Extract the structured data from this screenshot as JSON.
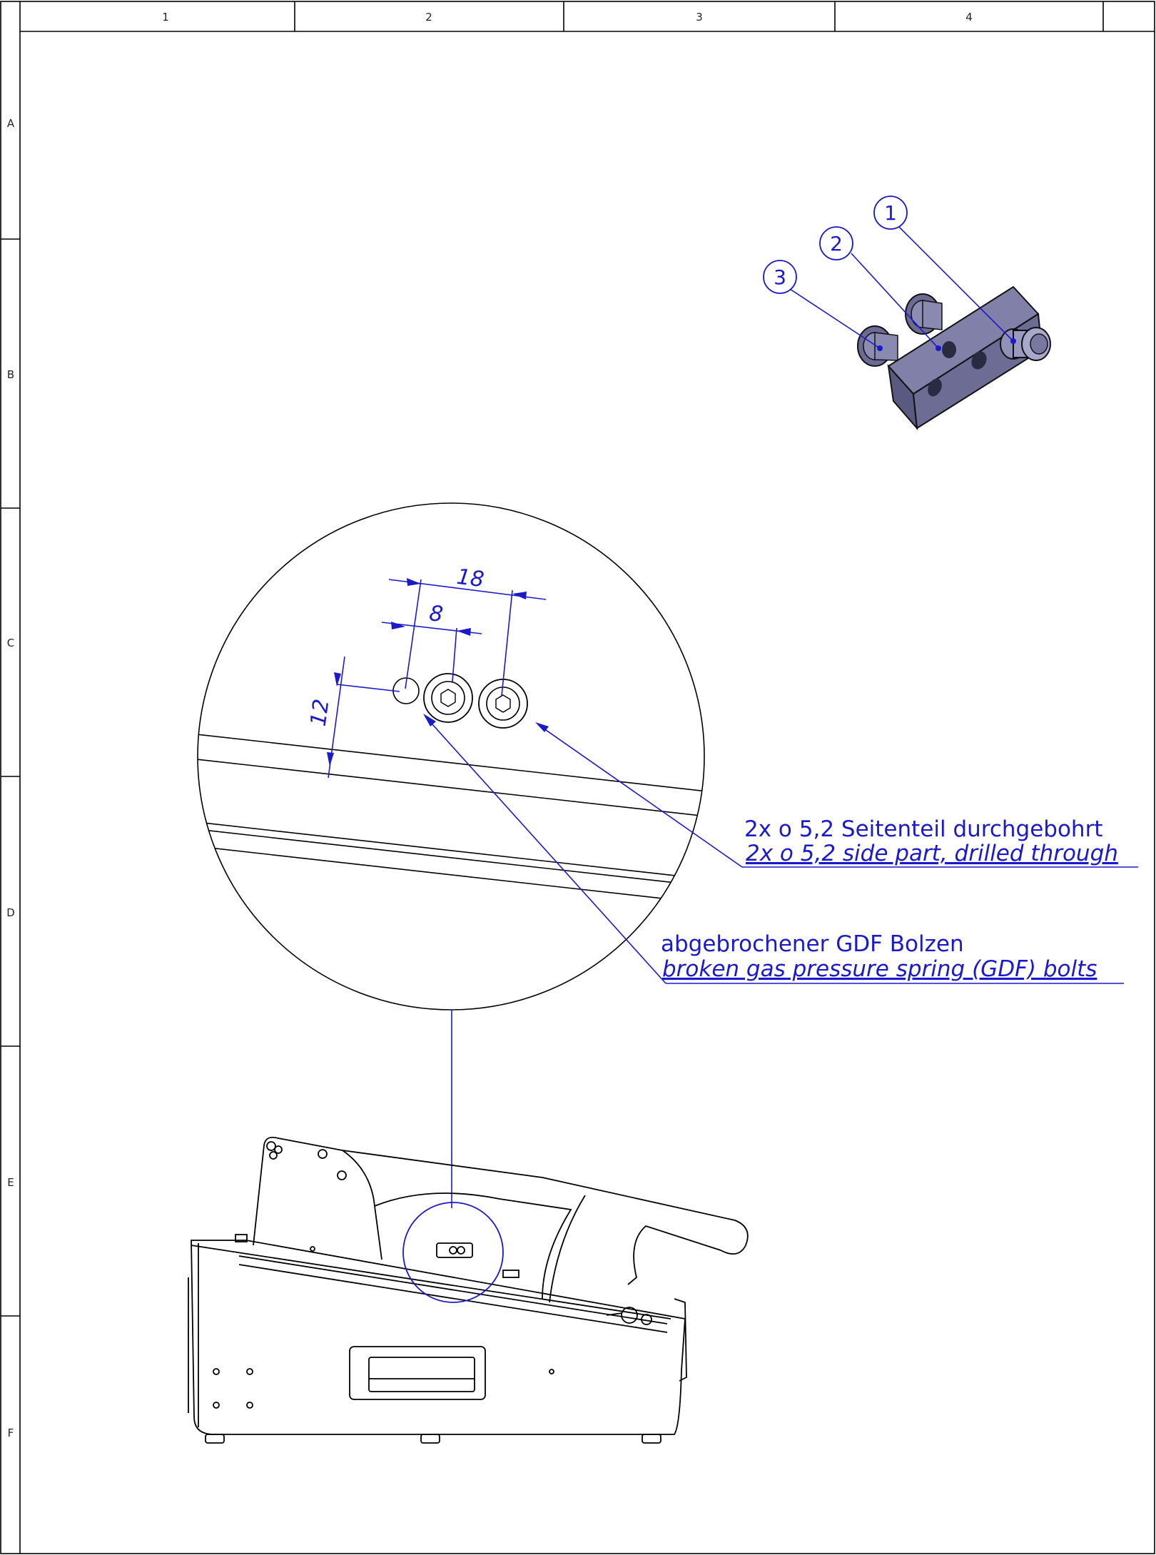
{
  "frame": {
    "columns": [
      "1",
      "2",
      "3",
      "4"
    ],
    "rows": [
      "A",
      "B",
      "C",
      "D",
      "E",
      "F"
    ]
  },
  "balloons": [
    "1",
    "2",
    "3"
  ],
  "dimensions": {
    "d18": "18",
    "d8": "8",
    "d12": "12"
  },
  "notes": {
    "holes_de": "2x o 5,2 Seitenteil durchgebohrt",
    "holes_en": "2x o 5,2 side part, drilled through",
    "bolt_de": "abgebrochener GDF Bolzen",
    "bolt_en": "broken gas pressure spring (GDF) bolts"
  },
  "colors": {
    "annotation": "#1a1acc",
    "line": "#000000",
    "part_fill": "#6a6a90"
  }
}
